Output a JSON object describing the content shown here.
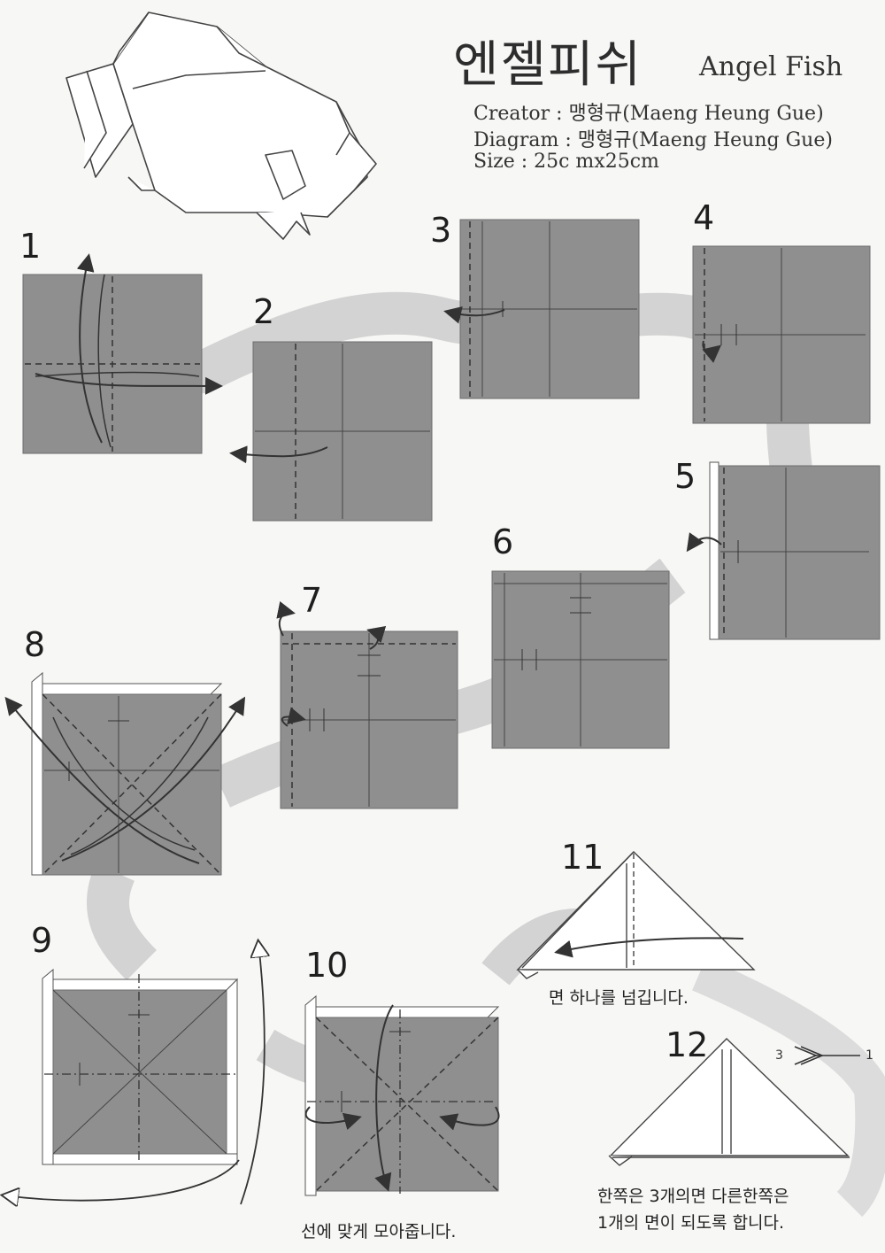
{
  "title": {
    "korean": "엔젤피쉬",
    "english": "Angel Fish"
  },
  "credits": {
    "creator": "Creator : 맹형규(Maeng Heung Gue)",
    "diagram": "Diagram : 맹형규(Maeng Heung Gue)",
    "size": "Size : 25c mx25cm"
  },
  "steps": [
    {
      "number": "1"
    },
    {
      "number": "2"
    },
    {
      "number": "3"
    },
    {
      "number": "4"
    },
    {
      "number": "5"
    },
    {
      "number": "6"
    },
    {
      "number": "7"
    },
    {
      "number": "8"
    },
    {
      "number": "9"
    },
    {
      "number": "10",
      "note": "선에 맞게 모아줍니다."
    },
    {
      "number": "11",
      "note": "면 하나를 넘깁니다."
    },
    {
      "number": "12",
      "note_line1": "한쪽은 3개의면 다른한쪽은",
      "note_line2": "1개의 면이 되도록 합니다."
    }
  ],
  "ratio_marker": {
    "left": "3",
    "right": "1"
  },
  "colors": {
    "paper": "#8f8f8f",
    "paper_edge": "#6e6e6e",
    "white_side": "#ffffff",
    "path": "#c8c8c8",
    "line": "#333333"
  }
}
